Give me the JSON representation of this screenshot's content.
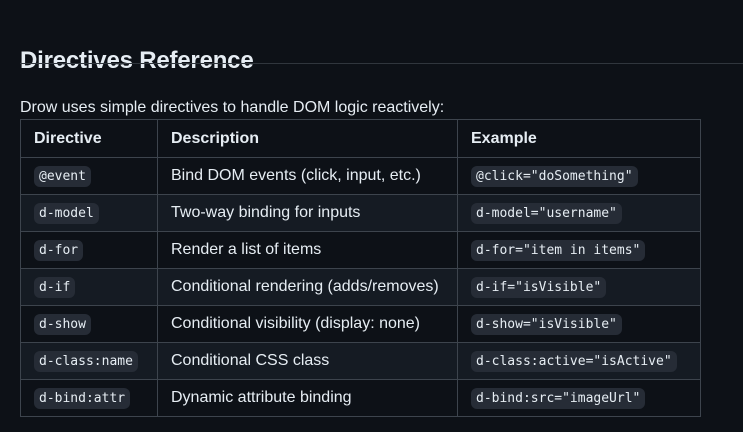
{
  "heading": "Directives Reference",
  "intro": "Drow uses simple directives to handle DOM logic reactively:",
  "table": {
    "headers": [
      "Directive",
      "Description",
      "Example"
    ],
    "rows": [
      {
        "directive": "@event",
        "description": "Bind DOM events (click, input, etc.)",
        "example": "@click=\"doSomething\""
      },
      {
        "directive": "d-model",
        "description": "Two-way binding for inputs",
        "example": "d-model=\"username\""
      },
      {
        "directive": "d-for",
        "description": "Render a list of items",
        "example": "d-for=\"item in items\""
      },
      {
        "directive": "d-if",
        "description": "Conditional rendering (adds/removes)",
        "example": "d-if=\"isVisible\""
      },
      {
        "directive": "d-show",
        "description": "Conditional visibility (display: none)",
        "example": "d-show=\"isVisible\""
      },
      {
        "directive": "d-class:name",
        "description": "Conditional CSS class",
        "example": "d-class:active=\"isActive\""
      },
      {
        "directive": "d-bind:attr",
        "description": "Dynamic attribute binding",
        "example": "d-bind:src=\"imageUrl\""
      }
    ]
  },
  "colors": {
    "background": "#0d1117",
    "text": "#e6edf3",
    "border": "#3d444d",
    "row_alt": "#151b23",
    "code_bg": "#262c36"
  }
}
